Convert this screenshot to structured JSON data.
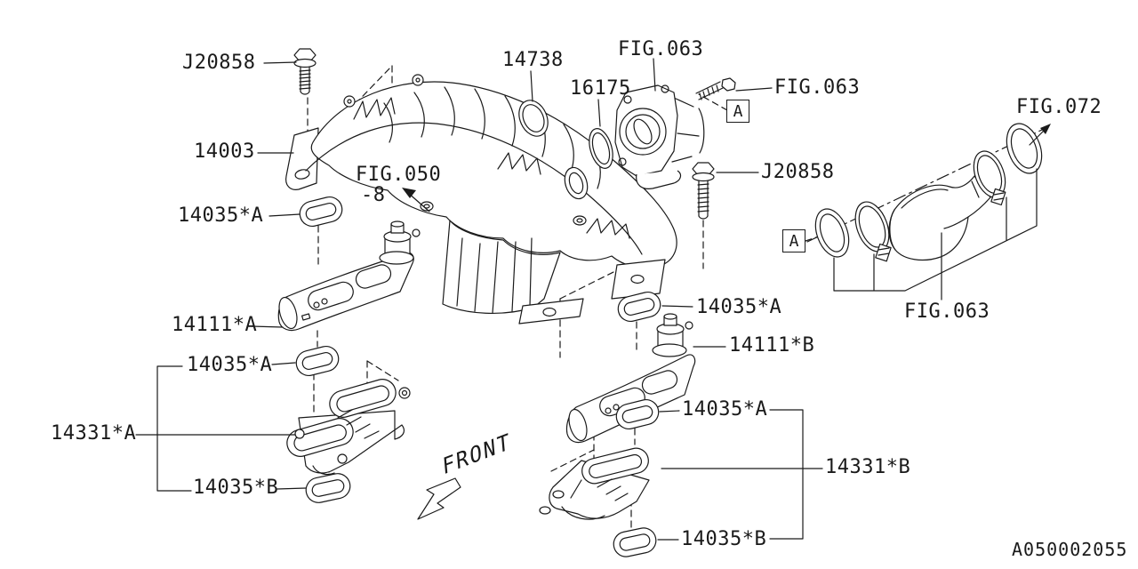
{
  "diagram": {
    "title_hidden": "",
    "doc_number": "A050002055",
    "front": "FRONT",
    "callout_a": "A"
  },
  "labels": {
    "j20858_top": "J20858",
    "p14738": "14738",
    "fig063_throttle": "FIG.063",
    "p16175": "16175",
    "fig063_bolt": "FIG.063",
    "j20858_mid": "J20858",
    "p14003": "14003",
    "fig050": "FIG.050",
    "fig050_suffix": "-8",
    "fig072": "FIG.072",
    "fig063_duct": "FIG.063",
    "p14035a_1": "14035*A",
    "p14111a": "14111*A",
    "p14035a_2": "14035*A",
    "p14331a": "14331*A",
    "p14035b_1": "14035*B",
    "p14035a_3": "14035*A",
    "p14111b": "14111*B",
    "p14035a_4": "14035*A",
    "p14331b": "14331*B",
    "p14035b_2": "14035*B"
  },
  "colors": {
    "line": "#1a1a1a",
    "background": "#ffffff"
  }
}
